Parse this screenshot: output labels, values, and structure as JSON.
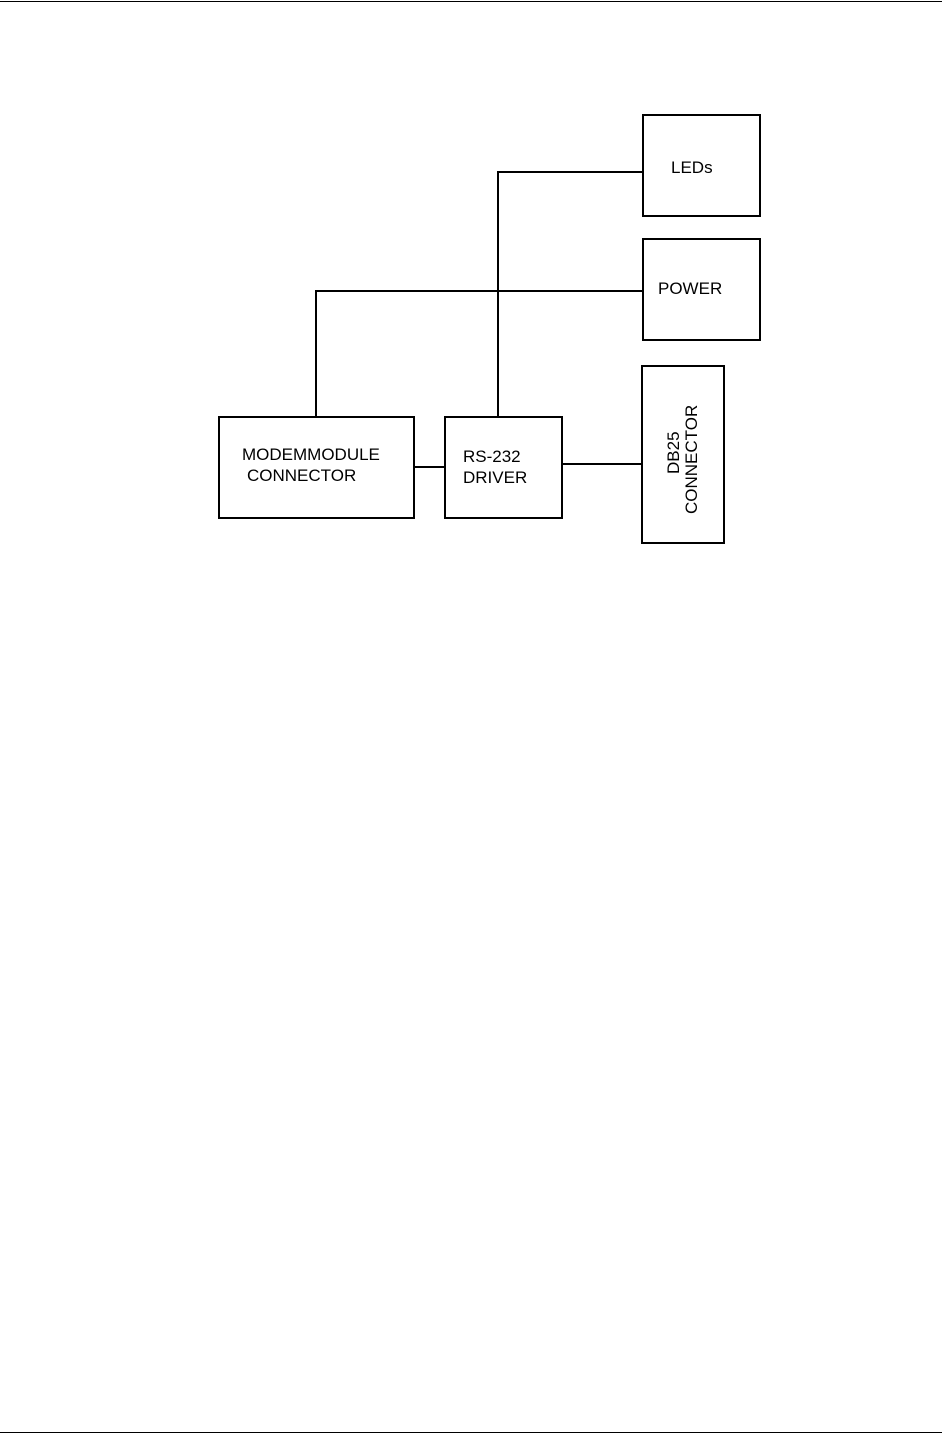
{
  "diagram": {
    "blocks": {
      "leds": {
        "label": "LEDs"
      },
      "power": {
        "label": "POWER"
      },
      "modem_module_connector": {
        "line1": "MODEMMODULE",
        "line2": "CONNECTOR"
      },
      "rs232_driver": {
        "line1": "RS-232",
        "line2": "DRIVER"
      },
      "db25_connector": {
        "line1": "DB25",
        "line2": "CONNECTOR"
      }
    }
  }
}
